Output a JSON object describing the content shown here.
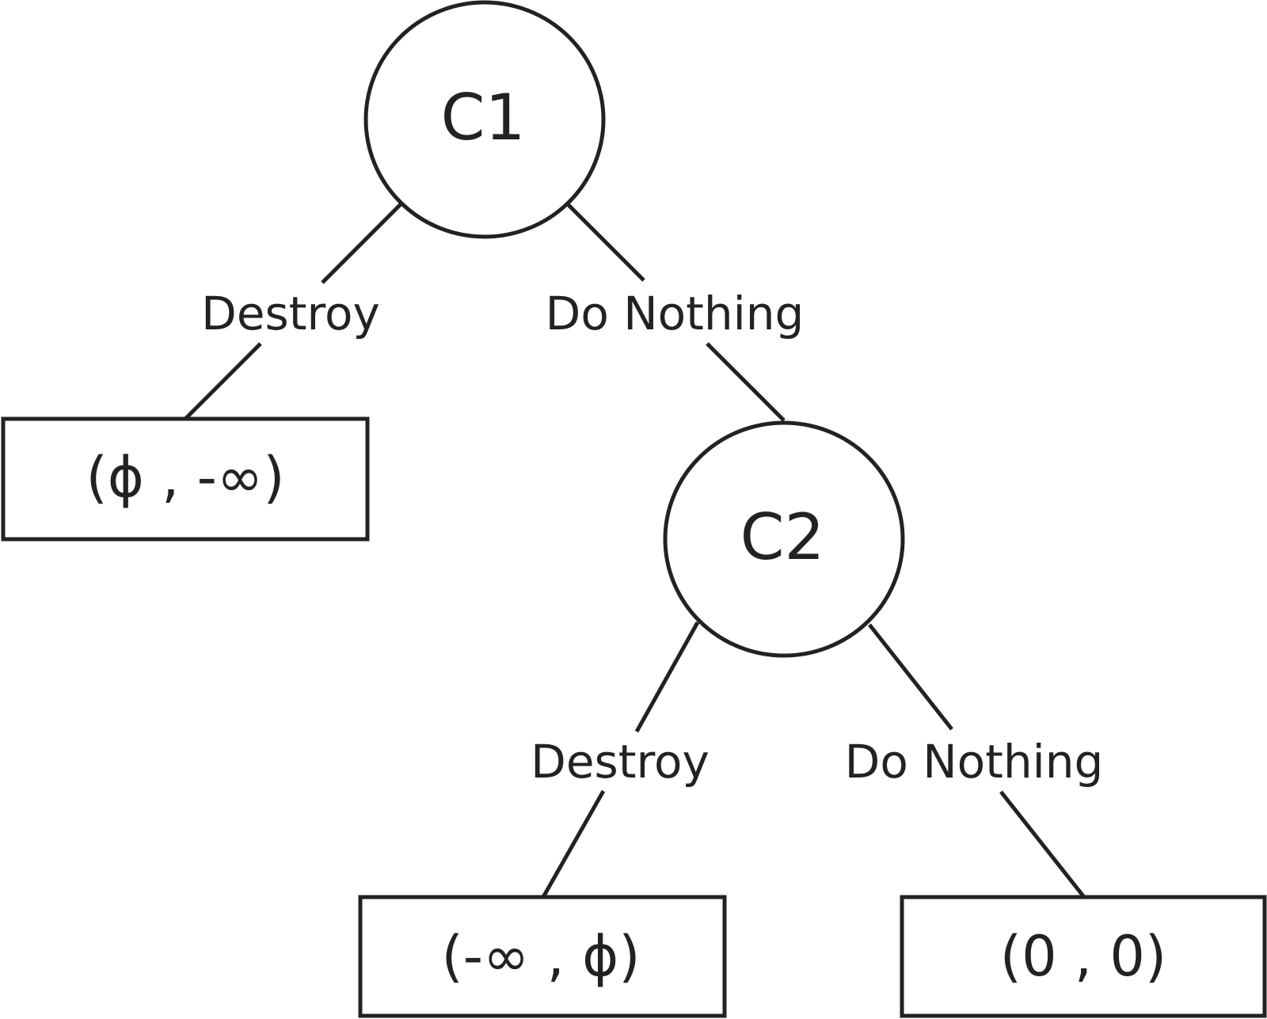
{
  "nodes": {
    "c1": "C1",
    "c2": "C2"
  },
  "edges": {
    "c1_left": "Destroy",
    "c1_right": "Do Nothing",
    "c2_left": "Destroy",
    "c2_right": "Do Nothing"
  },
  "leaves": {
    "leaf1": "(ϕ , -∞)",
    "leaf2": "(-∞ , ϕ)",
    "leaf3": "(0 , 0)"
  },
  "colors": {
    "stroke": "#222222",
    "background": "#ffffff"
  }
}
